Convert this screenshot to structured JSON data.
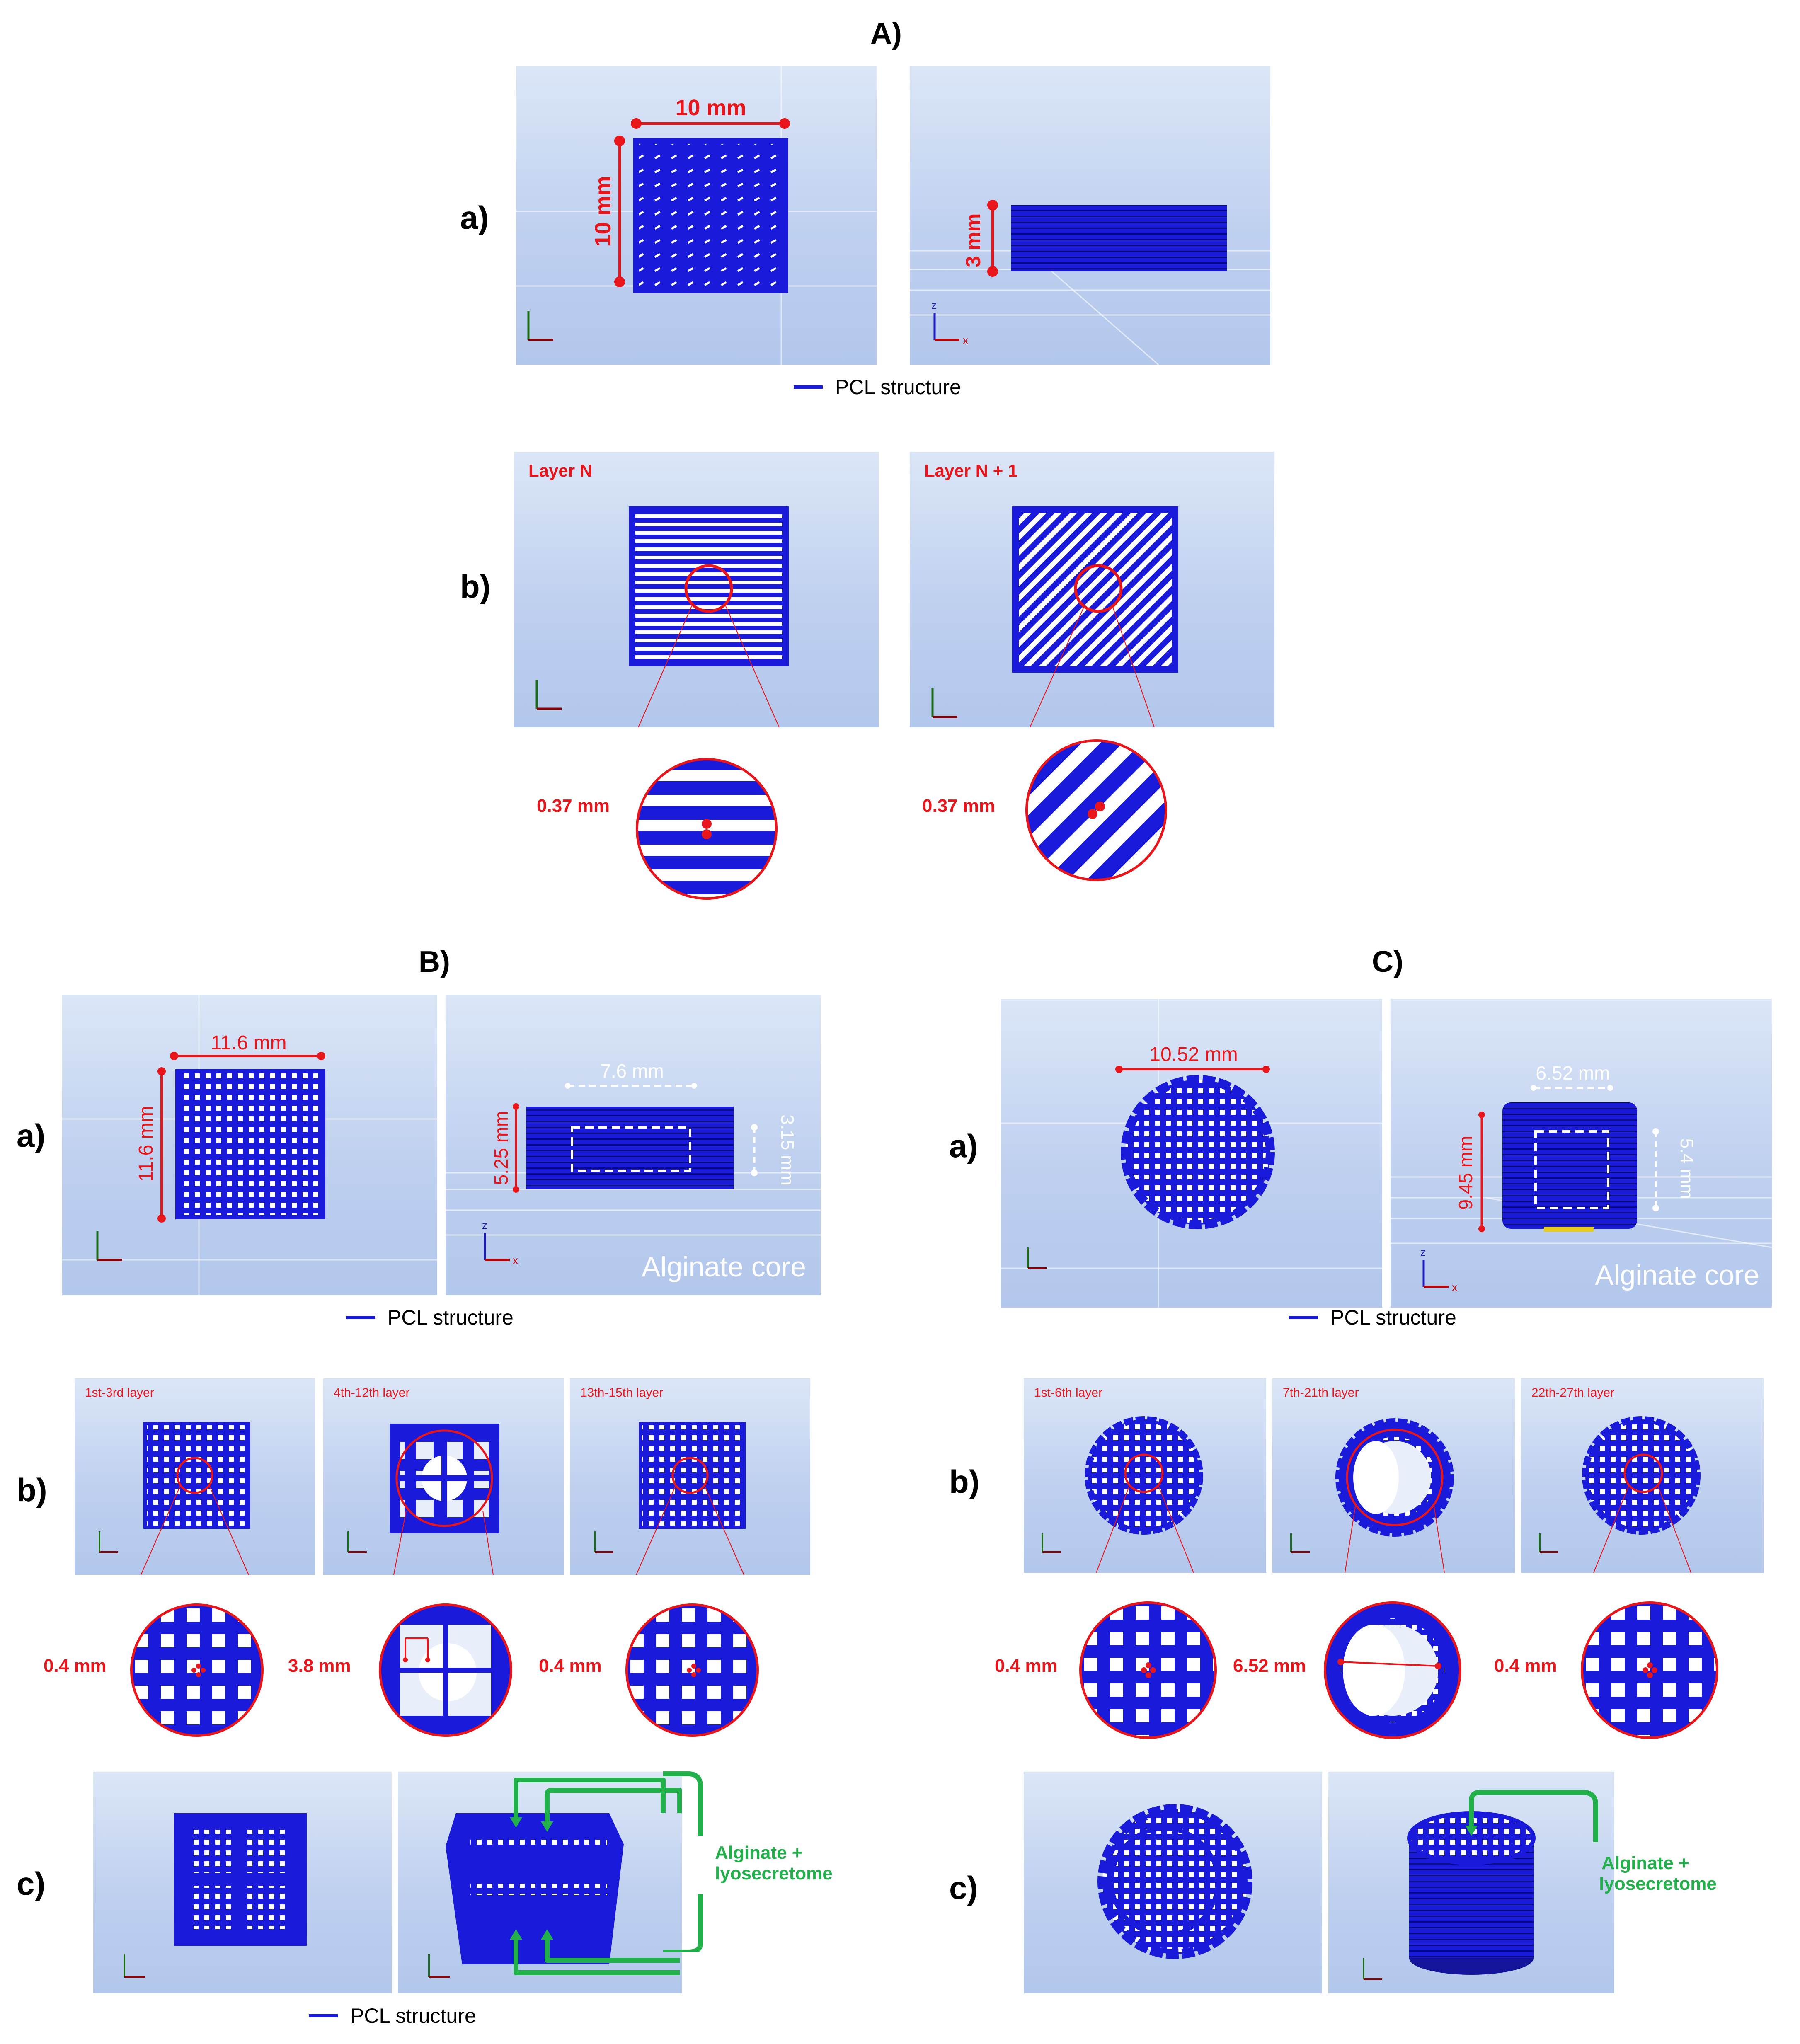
{
  "sections": {
    "A": "A)",
    "B": "B)",
    "C": "C)"
  },
  "rows": {
    "a": "a)",
    "b": "b)",
    "c": "c)"
  },
  "legend_label": "PCL structure",
  "A": {
    "dims": {
      "width": "10 mm",
      "height": "10 mm",
      "thickness": "3 mm"
    },
    "layers": {
      "n": "Layer N",
      "n1": "Layer N + 1"
    },
    "pore": "0.37 mm"
  },
  "B": {
    "dims": {
      "width": "11.6 mm",
      "height": "11.6 mm",
      "core_width": "7.6 mm",
      "total_height": "5.25 mm",
      "core_height": "3.15 mm"
    },
    "core_label": "Alginate core",
    "layers": {
      "l1": "1st-3rd layer",
      "l2": "4th-12th layer",
      "l3": "13th-15th layer"
    },
    "zoom": {
      "z1": "0.4 mm",
      "z2": "3.8 mm",
      "z3": "0.4 mm"
    },
    "fill_label_1": "Alginate +",
    "fill_label_2": "lyosecretome"
  },
  "C": {
    "dims": {
      "diameter": "10.52 mm",
      "core_width": "6.52 mm",
      "total_height": "9.45 mm",
      "core_height": "5.4 mm"
    },
    "core_label": "Alginate core",
    "layers": {
      "l1": "1st-6th layer",
      "l2": "7th-21th layer",
      "l3": "22th-27th layer"
    },
    "zoom": {
      "z1": "0.4 mm",
      "z2": "6.52 mm",
      "z3": "0.4 mm"
    },
    "fill_label_1": "Alginate +",
    "fill_label_2": "lyosecretome"
  },
  "axes": {
    "z": "z",
    "x": "x"
  },
  "colors": {
    "pcl_blue": "#1a1adb",
    "dimension_red": "#e8161b",
    "arrow_green": "#22b04b",
    "panel_bg": "#c6d6f1"
  }
}
